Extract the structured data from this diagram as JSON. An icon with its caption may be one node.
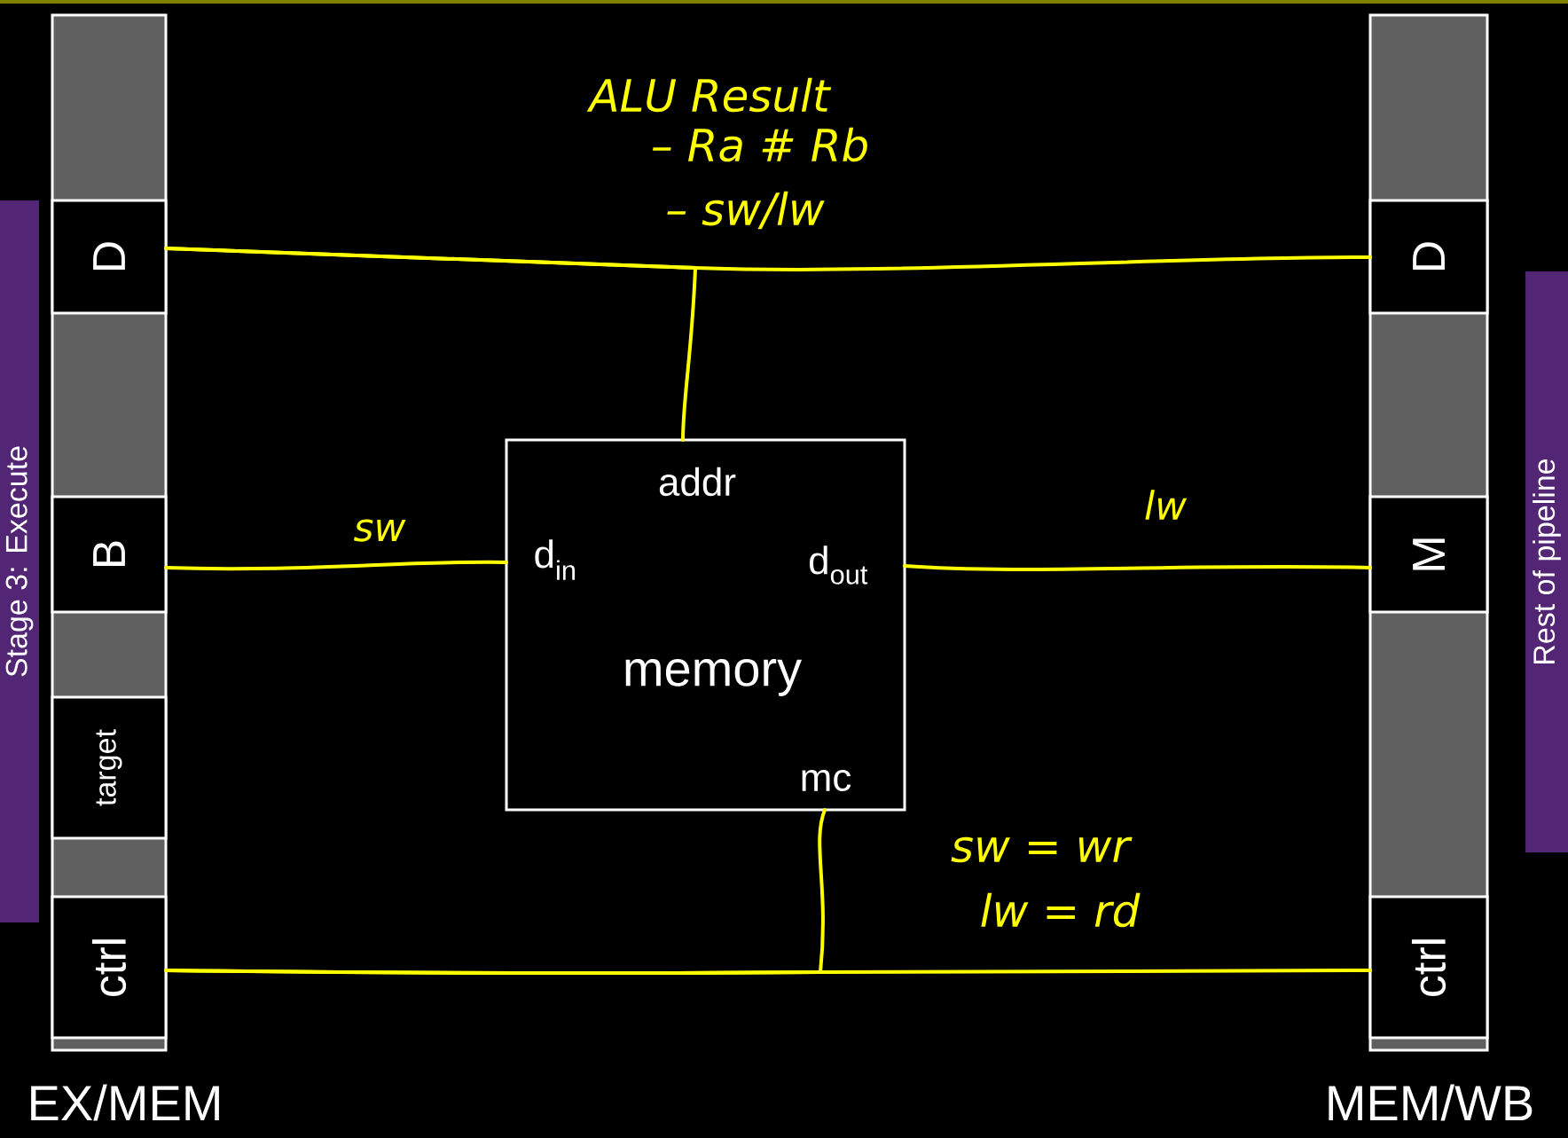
{
  "diagram": {
    "nodes": [
      {
        "text": [
          "EX/MEM"
        ]
      },
      {
        "text": [
          "D"
        ],
        "in": 0
      },
      {
        "text": [
          "B"
        ],
        "in": 0
      },
      {
        "text": [
          "target"
        ],
        "in": 0
      },
      {
        "text": [
          "ctrl"
        ],
        "in": 0
      },
      {
        "text": [
          "addr",
          "d$_{in}$",
          "d$_{out}$",
          "memory",
          "mc"
        ]
      },
      {
        "text": [
          "MEM/WB"
        ]
      },
      {
        "text": [
          "D"
        ],
        "in": 6
      },
      {
        "text": [
          "M"
        ],
        "in": 6
      },
      {
        "text": [
          "ctrl"
        ],
        "in": 6
      },
      {
        "text": [
          "Stage 3: Execute"
        ]
      },
      {
        "text": [
          "Rest of pipeline"
        ]
      }
    ],
    "edges": [
      {
        "from": 1,
        "to": 7,
        "arrow": "none"
      },
      {
        "from": 1,
        "to": 5,
        "arrow": "none"
      },
      {
        "from": 2,
        "to": 5,
        "arrow": "none",
        "label": "sw"
      },
      {
        "from": 5,
        "to": 8,
        "arrow": "none",
        "label": "lw"
      },
      {
        "from": 4,
        "to": 9,
        "arrow": "none"
      },
      {
        "from": 4,
        "to": 5,
        "arrow": "none"
      }
    ],
    "labels": [
      "ALU Result",
      "– Ra # Rb",
      "– sw/lw",
      "sw = wr",
      "lw = rd"
    ]
  }
}
